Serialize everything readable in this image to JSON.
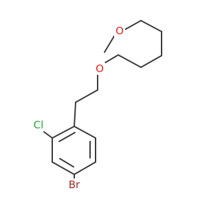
{
  "molecule": {
    "atoms": [
      {
        "id": "O1",
        "label": "O",
        "color": "#e6251e"
      },
      {
        "id": "O2",
        "label": "O",
        "color": "#e6251e"
      },
      {
        "id": "Cl",
        "label": "Cl",
        "color": "#27a33a"
      },
      {
        "id": "Br",
        "label": "Br",
        "color": "#a52a2a"
      }
    ]
  }
}
